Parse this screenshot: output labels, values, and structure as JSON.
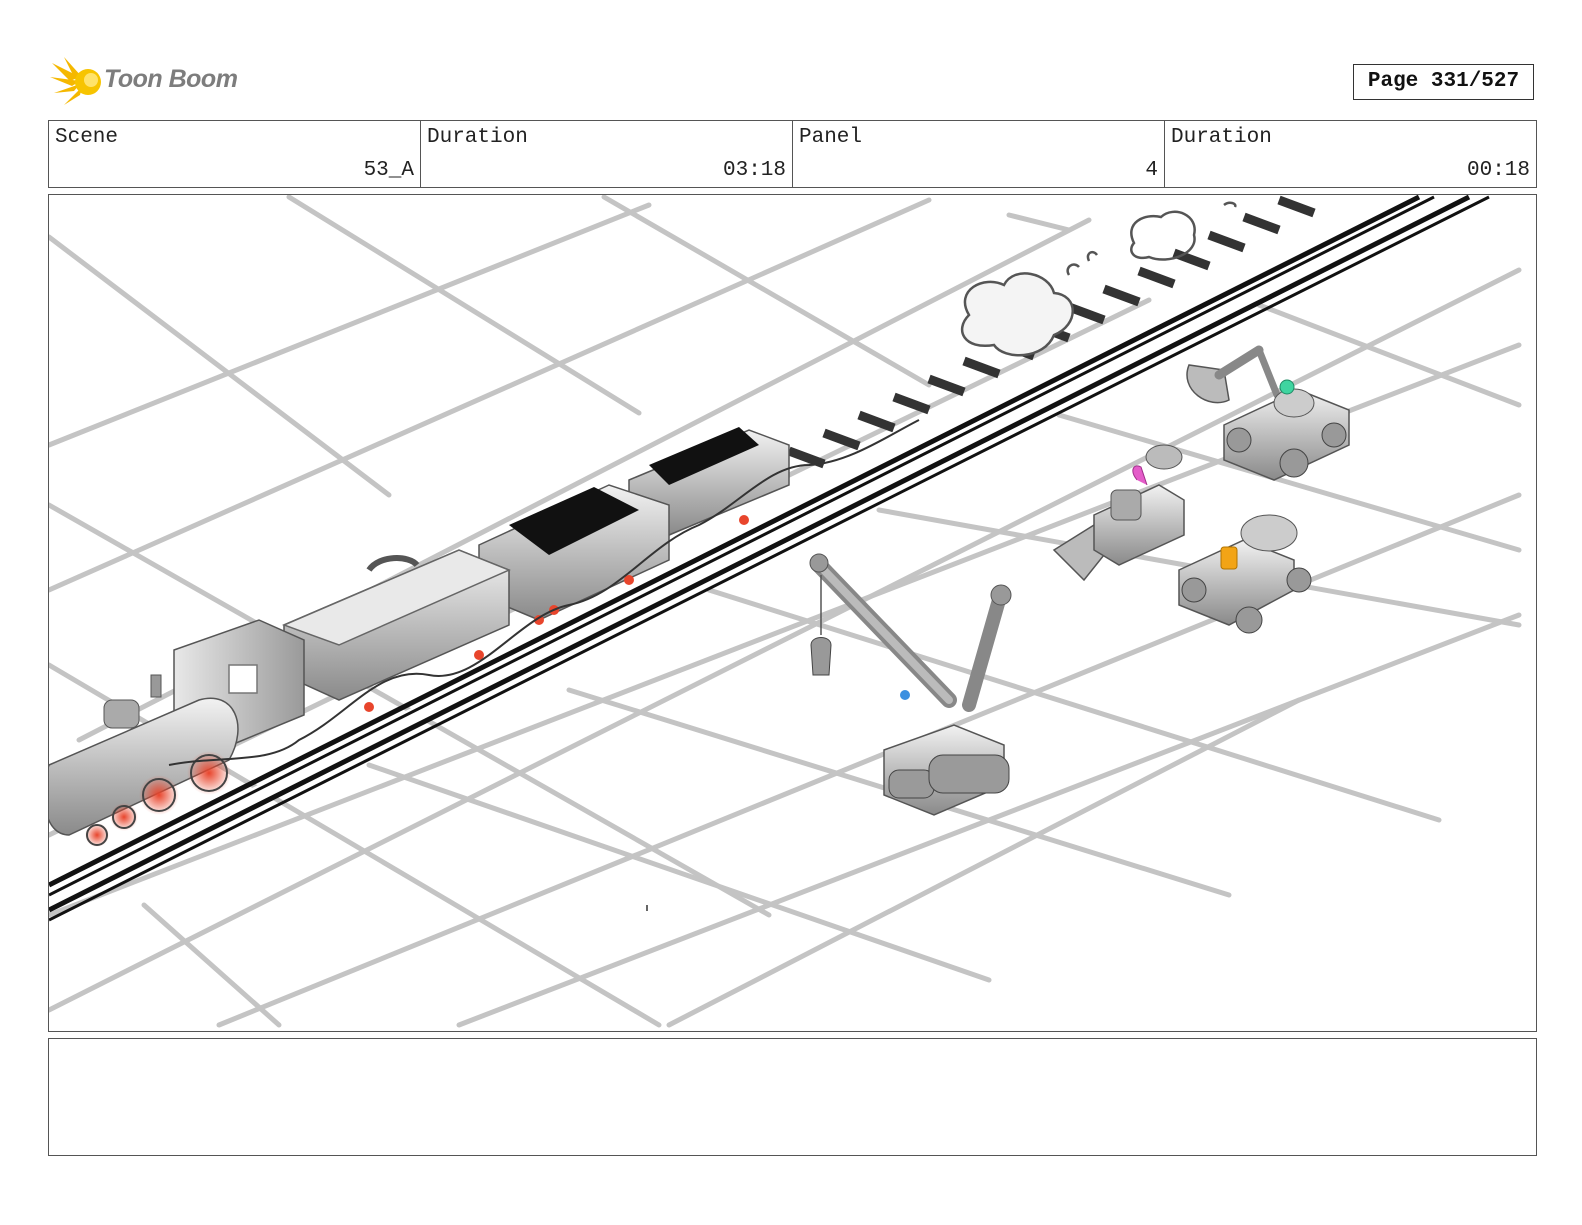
{
  "header": {
    "logo_text": "Toon Boom",
    "page_label": "Page 331/527"
  },
  "info": {
    "scene_label": "Scene",
    "scene_value": "53_A",
    "scene_duration_label": "Duration",
    "scene_duration_value": "03:18",
    "panel_label": "Panel",
    "panel_value": "4",
    "panel_duration_label": "Duration",
    "panel_duration_value": "00:18"
  },
  "panel_image": {
    "icon": "storyboard-drawing",
    "accent_colors": {
      "wheel_glow": "#e8452c",
      "character_green": "#3fd4a0",
      "character_pink": "#e45cc9",
      "character_orange": "#f2a416",
      "character_blue": "#3a8fe0",
      "logo_yellow": "#f5b800"
    }
  },
  "notes": {
    "text": ""
  }
}
